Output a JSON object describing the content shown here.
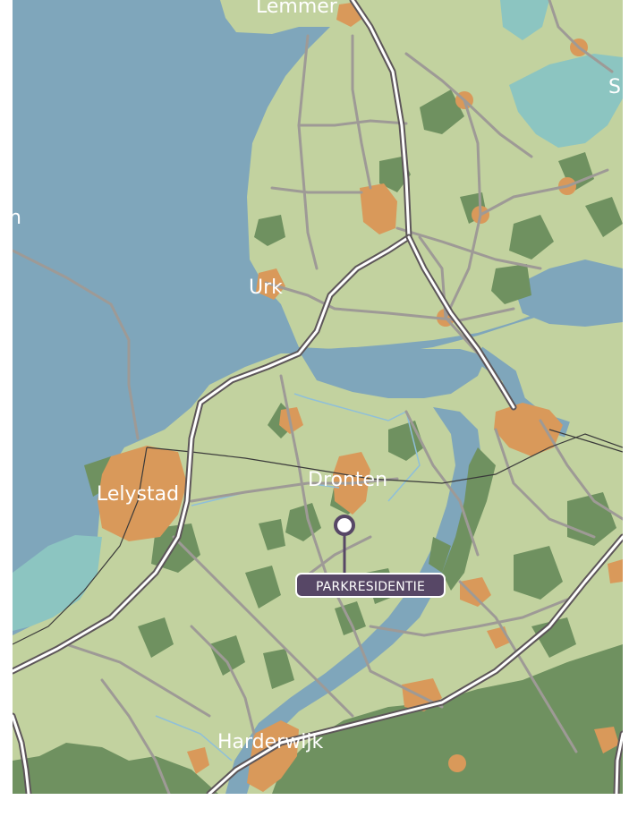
{
  "map": {
    "colors": {
      "water": "#7fa6bb",
      "land": "#c2d29f",
      "forest": "#6f9160",
      "urban": "#d9995a",
      "marsh": "#8cc5c1",
      "road": "#9e9a96",
      "highway_fill": "#ffffff",
      "highway_casing": "#5d5659",
      "rail": "#3a3a3a",
      "marker": "#574766",
      "canal": "#8fbfd9"
    },
    "labels": {
      "lemmer": "Lemmer",
      "urk": "Urk",
      "lelystad": "Lelystad",
      "dronten": "Dronten",
      "harderwijk": "Harderwijk",
      "edge_left": "n",
      "edge_right": "S"
    },
    "marker": {
      "label": "PARKRESIDENTIE",
      "icon": "location-pin-icon"
    }
  }
}
